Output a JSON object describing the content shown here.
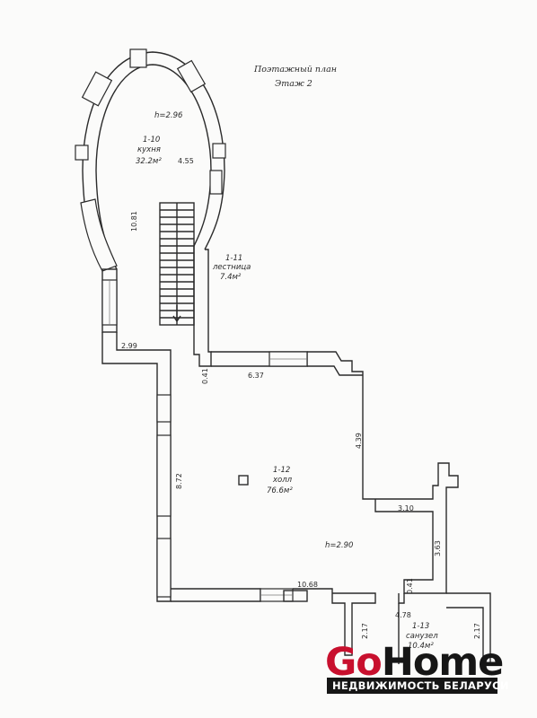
{
  "plan": {
    "title_line1": "Поэтажный план",
    "title_line2": "Этаж 2"
  },
  "rooms": {
    "kitchen": {
      "code": "1-10",
      "name": "кухня",
      "area": "32.2м²",
      "height": "h=2.96",
      "extra": "4.55"
    },
    "stairs": {
      "code": "1-11",
      "name": "лестница",
      "area": "7.4м²"
    },
    "hall": {
      "code": "1-12",
      "name": "холл",
      "area": "76.6м²",
      "height": "h=2.90"
    },
    "bathroom": {
      "code": "1-13",
      "name": "санузел",
      "area": "10.4м²"
    }
  },
  "dimensions": {
    "d_10_81": "10.81",
    "d_2_99": "2.99",
    "d_0_41_a": "0.41",
    "d_6_37": "6.37",
    "d_4_39": "4.39",
    "d_8_72": "8.72",
    "d_3_10": "3.10",
    "d_3_63": "3.63",
    "d_10_68": "10.68",
    "d_0_41_b": "0.41",
    "d_4_78": "4.78",
    "d_2_17_a": "2.17",
    "d_2_17_b": "2.17"
  },
  "logo": {
    "go": "Go",
    "home": "Home",
    "tagline": "НЕДВИЖИМОСТЬ БЕЛАРУСИ",
    "brand_red": "#c8102e",
    "brand_dark": "#161616"
  }
}
